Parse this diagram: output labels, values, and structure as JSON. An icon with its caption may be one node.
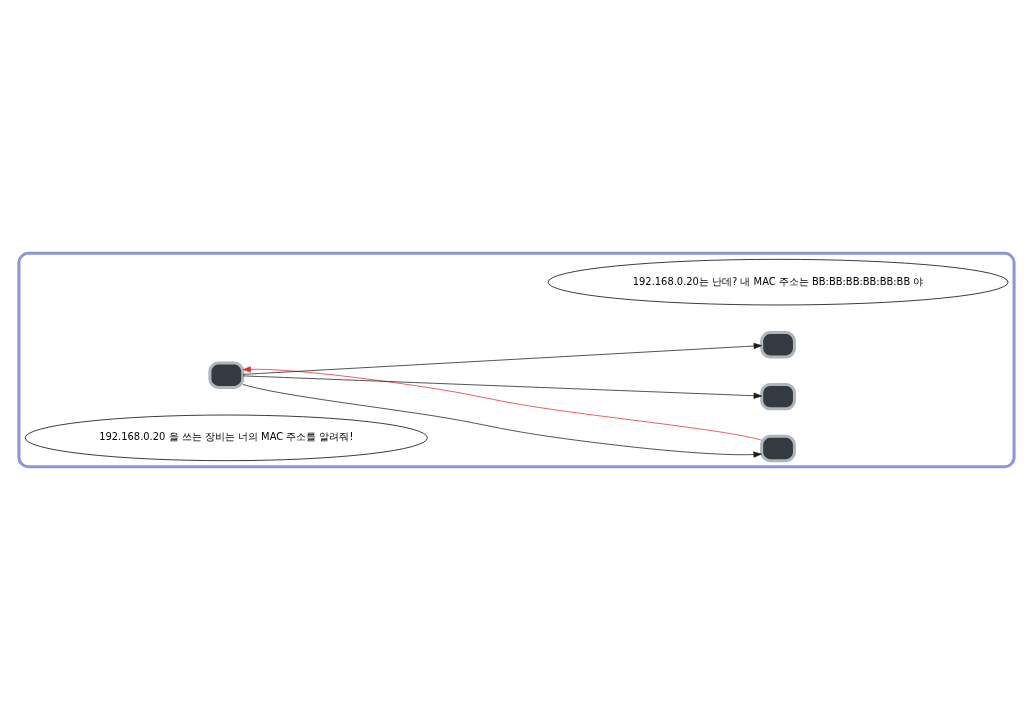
{
  "diagram": {
    "nodes": [
      {
        "text": [],
        "shape": "cloud"
      },
      {
        "text": [
          "192.168.0.20는 난데? 내 MAC 주소는 BB:BB:BB:BB:BB:BB 야"
        ],
        "in": 0
      },
      {
        "text": [],
        "shape": "computer",
        "in": 0
      },
      {
        "text": [],
        "shape": "computer",
        "in": 0
      },
      {
        "text": [],
        "shape": "computer",
        "in": 0
      },
      {
        "text": [],
        "shape": "computer",
        "in": 0
      },
      {
        "text": [
          "192.168.0.20 을 쓰는 장비는 너의 MAC 주소를 알려줘!"
        ],
        "in": 0
      }
    ],
    "edges": [
      {
        "from": 3,
        "to": 2,
        "arrow": "to"
      },
      {
        "from": 3,
        "to": 4,
        "arrow": "to"
      },
      {
        "from": 3,
        "to": 5,
        "arrow": "to"
      },
      {
        "from": 2,
        "to": 3,
        "arrow": "to",
        "color": "#e03131"
      }
    ]
  }
}
